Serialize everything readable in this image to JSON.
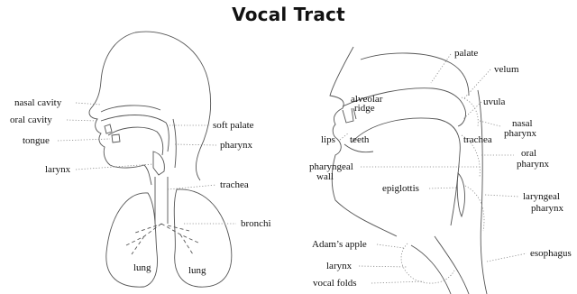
{
  "title": "Vocal Tract",
  "left_labels": {
    "nasal_cavity": "nasal cavity",
    "oral_cavity": "oral cavity",
    "tongue": "tongue",
    "larynx": "larynx",
    "soft_palate": "soft palate",
    "pharynx": "pharynx",
    "trachea": "trachea",
    "bronchi": "bronchi",
    "lung_left": "lung",
    "lung_right": "lung"
  },
  "right_labels": {
    "palate": "palate",
    "velum": "velum",
    "alveolar": "alveolar",
    "ridge": "ridge",
    "uvula": "uvula",
    "nasal": "nasal",
    "nasal_pharynx": "pharynx",
    "lips": "lips",
    "teeth": "teeth",
    "trachea": "trachea",
    "oral": "oral",
    "oral_pharynx": "pharynx",
    "pharyngeal": "pharyngeal",
    "wall": "wall",
    "epiglottis": "epiglottis",
    "laryngeal": "laryngeal",
    "laryngeal_pharynx": "pharynx",
    "adams_apple": "Adam’s apple",
    "esophagus": "esophagus",
    "larynx": "larynx",
    "vocal_folds": "vocal folds"
  }
}
